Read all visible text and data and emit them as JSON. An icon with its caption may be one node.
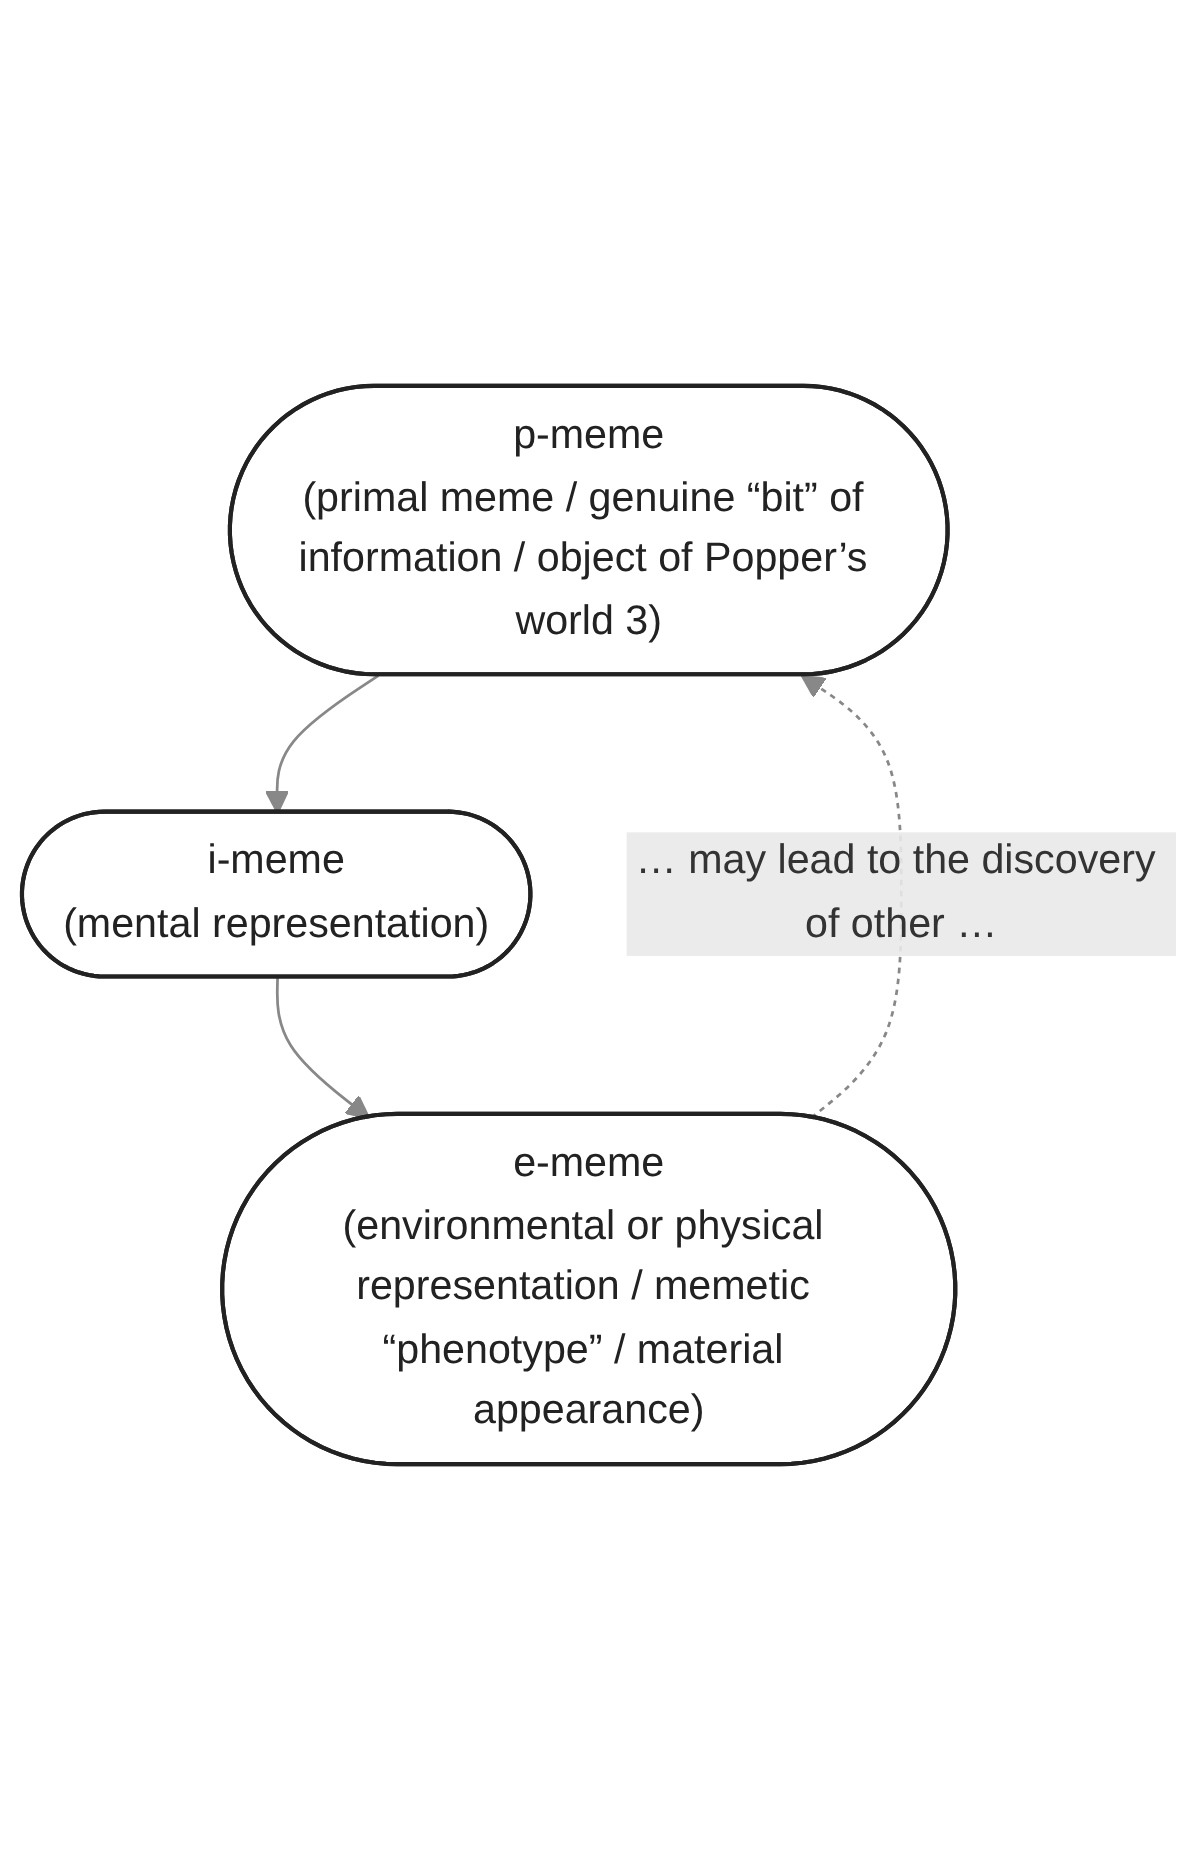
{
  "diagram": {
    "nodes": [
      {
        "text": [
          "p-meme",
          "(primal meme / genuine “bit” of information / object of Popper’s world 3)"
        ]
      },
      {
        "text": [
          "i-meme",
          "(mental representation)"
        ]
      },
      {
        "text": [
          "e-meme",
          "(environmental or physical representation / memetic “phenotype” / material appearance)"
        ]
      }
    ],
    "edges": [
      {
        "from": 0,
        "to": 1,
        "arrow": "to"
      },
      {
        "from": 1,
        "to": 2,
        "arrow": "to"
      },
      {
        "from": 2,
        "to": 0,
        "arrow": "to",
        "style": "dashed",
        "label": "… may lead to the discovery of other …"
      }
    ]
  }
}
